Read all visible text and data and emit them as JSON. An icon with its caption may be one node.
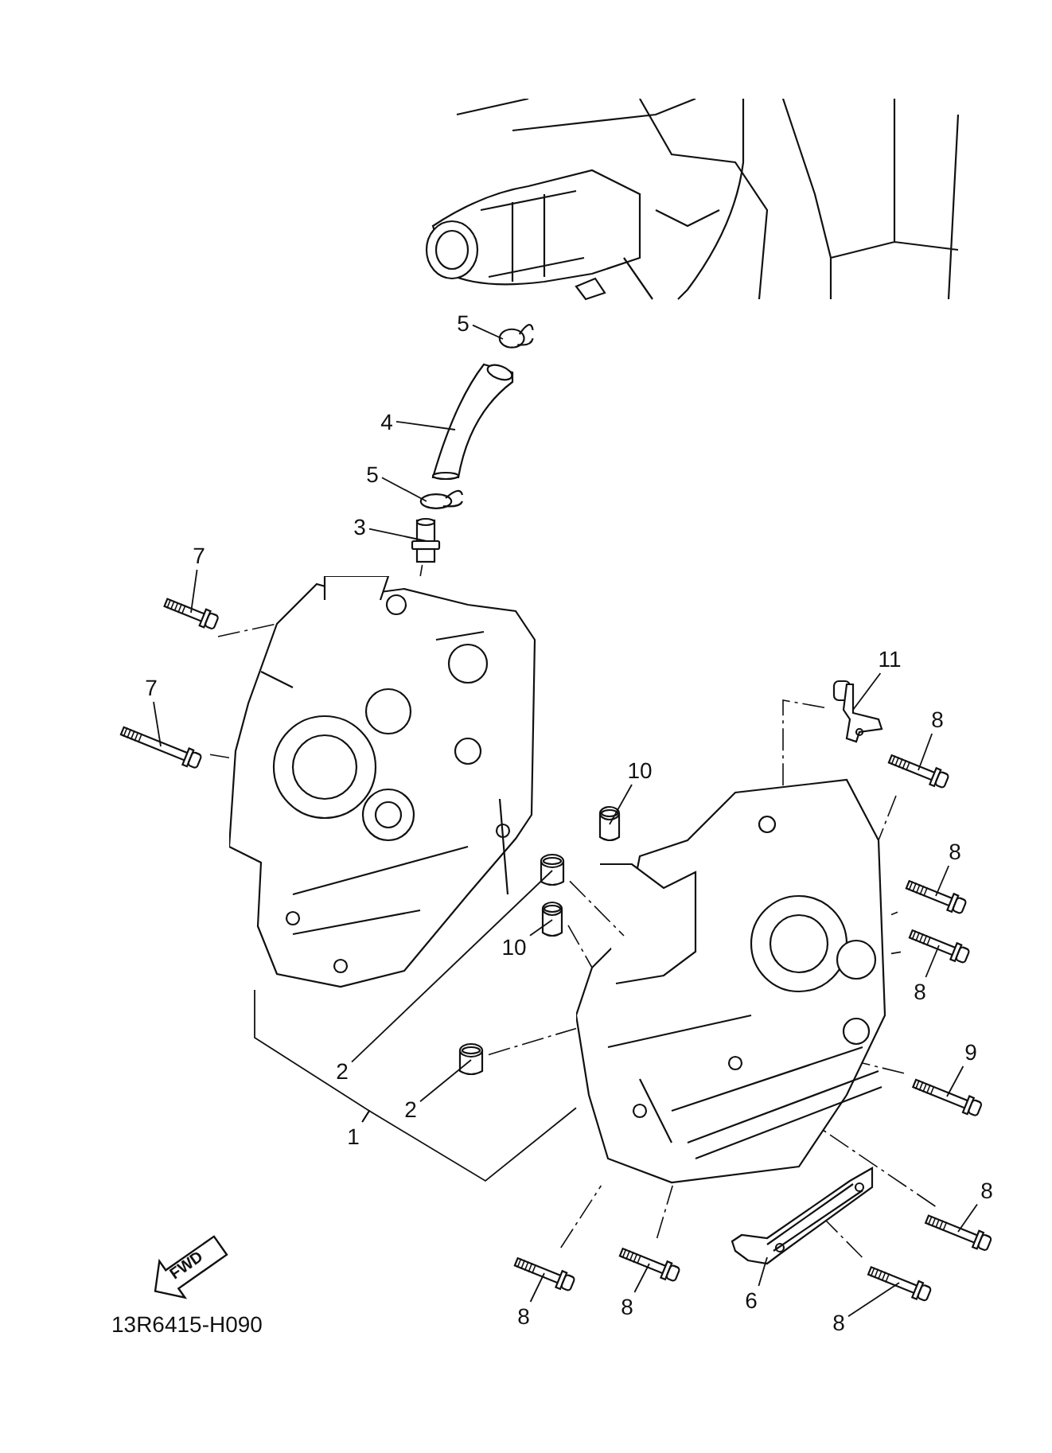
{
  "diagram": {
    "nodes": [
      {
        "text": [],
        "shape": "picture"
      },
      {
        "text": [
          "5"
        ]
      },
      {
        "text": [],
        "shape": "circle"
      },
      {
        "text": [
          "4"
        ]
      },
      {
        "text": [],
        "shape": "picture"
      },
      {
        "text": [
          "5"
        ]
      },
      {
        "text": [],
        "shape": "circle"
      },
      {
        "text": [
          "3"
        ]
      },
      {
        "text": [],
        "shape": "picture"
      },
      {
        "text": [
          "7"
        ]
      },
      {
        "text": [],
        "shape": "picture"
      },
      {
        "text": [],
        "shape": "picture"
      },
      {
        "text": [
          "7"
        ]
      },
      {
        "text": [],
        "shape": "picture"
      },
      {
        "text": [
          "11"
        ]
      },
      {
        "text": [],
        "shape": "picture"
      },
      {
        "text": [
          "8"
        ]
      },
      {
        "text": [],
        "shape": "picture"
      },
      {
        "text": [
          "10"
        ]
      },
      {
        "text": [],
        "shape": "cylinder",
        "in": 20
      },
      {
        "text": [],
        "shape": "picture"
      },
      {
        "text": [
          "8"
        ]
      },
      {
        "text": [],
        "shape": "picture"
      },
      {
        "text": [],
        "shape": "cylinder"
      },
      {
        "text": [
          "10"
        ]
      },
      {
        "text": [],
        "shape": "cylinder"
      },
      {
        "text": [
          "8"
        ]
      },
      {
        "text": [],
        "shape": "picture"
      },
      {
        "text": [],
        "shape": "cylinder"
      },
      {
        "text": [
          "9"
        ]
      },
      {
        "text": [],
        "shape": "picture"
      },
      {
        "text": [
          "2"
        ]
      },
      {
        "text": [
          "2"
        ]
      },
      {
        "text": [
          "1"
        ]
      },
      {
        "text": [
          "8"
        ]
      },
      {
        "text": [],
        "shape": "picture"
      },
      {
        "text": [],
        "shape": "picture"
      },
      {
        "text": [],
        "shape": "picture"
      },
      {
        "text": [],
        "shape": "picture"
      },
      {
        "text": [],
        "shape": "picture"
      },
      {
        "text": [
          "6"
        ]
      },
      {
        "text": [
          "8"
        ]
      },
      {
        "text": [
          "8"
        ]
      },
      {
        "text": [
          "8"
        ]
      }
    ],
    "edges": [
      {
        "from": 1,
        "to": 2,
        "arrow": "none"
      },
      {
        "from": 3,
        "to": 4,
        "arrow": "none"
      },
      {
        "from": 5,
        "to": 6,
        "arrow": "none"
      },
      {
        "from": 7,
        "to": 8,
        "arrow": "none"
      },
      {
        "from": 9,
        "to": 10,
        "arrow": "none"
      },
      {
        "from": 12,
        "to": 13,
        "arrow": "none"
      },
      {
        "from": 14,
        "to": 15,
        "arrow": "none"
      },
      {
        "from": 16,
        "to": 17,
        "arrow": "none"
      },
      {
        "from": 18,
        "to": 19,
        "arrow": "none"
      },
      {
        "from": 21,
        "to": 22,
        "arrow": "none"
      },
      {
        "from": 24,
        "to": 25,
        "arrow": "none"
      },
      {
        "from": 26,
        "to": 27,
        "arrow": "none"
      },
      {
        "from": 29,
        "to": 30,
        "arrow": "none"
      },
      {
        "from": 31,
        "to": 23,
        "arrow": "none"
      },
      {
        "from": 32,
        "to": 28,
        "arrow": "none"
      },
      {
        "from": 33,
        "to": 11,
        "arrow": "none"
      },
      {
        "from": 33,
        "to": 20,
        "arrow": "none"
      },
      {
        "from": 34,
        "to": 35,
        "arrow": "none"
      },
      {
        "from": 40,
        "to": 36,
        "arrow": "none"
      },
      {
        "from": 41,
        "to": 39,
        "arrow": "none"
      },
      {
        "from": 42,
        "to": 37,
        "arrow": "none"
      },
      {
        "from": 43,
        "to": 38,
        "arrow": "none"
      },
      {
        "from": 8,
        "to": 11,
        "arrow": "none",
        "style": "dashed"
      },
      {
        "from": 10,
        "to": 11,
        "arrow": "none",
        "style": "dashed"
      },
      {
        "from": 13,
        "to": 11,
        "arrow": "none",
        "style": "dashed"
      },
      {
        "from": 23,
        "to": 20,
        "arrow": "none",
        "style": "dashed"
      },
      {
        "from": 25,
        "to": 20,
        "arrow": "none",
        "style": "dashed"
      },
      {
        "from": 28,
        "to": 20,
        "arrow": "none",
        "style": "dashed"
      },
      {
        "from": 15,
        "to": 20,
        "arrow": "none",
        "style": "dashed"
      },
      {
        "from": 17,
        "to": 20,
        "arrow": "none",
        "style": "dashed"
      },
      {
        "from": 22,
        "to": 20,
        "arrow": "none",
        "style": "dashed"
      },
      {
        "from": 27,
        "to": 20,
        "arrow": "none",
        "style": "dashed"
      },
      {
        "from": 30,
        "to": 20,
        "arrow": "none",
        "style": "dashed"
      },
      {
        "from": 35,
        "to": 20,
        "arrow": "none",
        "style": "dashed"
      },
      {
        "from": 37,
        "to": 20,
        "arrow": "none",
        "style": "dashed"
      },
      {
        "from": 38,
        "to": 20,
        "arrow": "none",
        "style": "dashed"
      },
      {
        "from": 39,
        "to": 36,
        "arrow": "none",
        "style": "dashed"
      }
    ],
    "labels": [
      "FWD",
      "13R6415-H090"
    ]
  }
}
